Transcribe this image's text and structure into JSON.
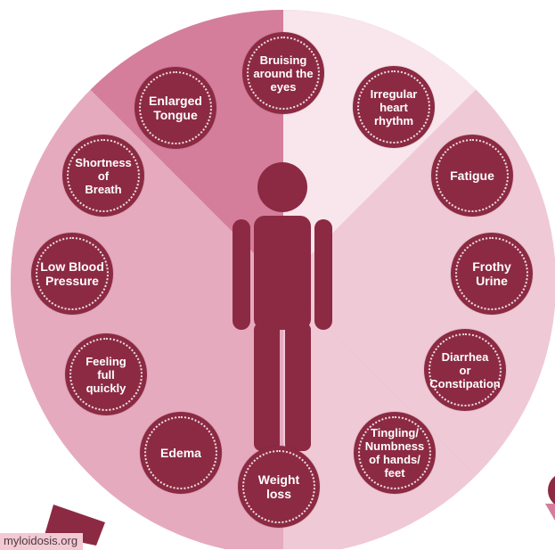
{
  "colors": {
    "node_fill": "#8c2a43",
    "figure_fill": "#8c2a43",
    "ribbon": "#8c2a43",
    "outer_ring": "#df9cb3",
    "wedge_dark": "#d47e9c",
    "wedge_mid": "#e6aabf",
    "wedge_light": "#f0c9d6",
    "wedge_lightest": "#f8e6ec"
  },
  "symptoms": [
    {
      "id": "bruising",
      "label": "Bruising\naround the\neyes"
    },
    {
      "id": "irregular-heart-rhythm",
      "label": "Irregular\nheart\nrhythm"
    },
    {
      "id": "fatigue",
      "label": "Fatigue"
    },
    {
      "id": "frothy-urine",
      "label": "Frothy\nUrine"
    },
    {
      "id": "diarrhea-constipation",
      "label": "Diarrhea\nor\nConstipation"
    },
    {
      "id": "tingling-numbness",
      "label": "Tingling/\nNumbness\nof hands/\nfeet"
    },
    {
      "id": "weight-loss",
      "label": "Weight\nloss"
    },
    {
      "id": "edema",
      "label": "Edema"
    },
    {
      "id": "feeling-full-quickly",
      "label": "Feeling\nfull\nquickly"
    },
    {
      "id": "low-blood-pressure",
      "label": "Low Blood\nPressure"
    },
    {
      "id": "shortness-of-breath",
      "label": "Shortness\nof\nBreath"
    },
    {
      "id": "enlarged-tongue",
      "label": "Enlarged\nTongue"
    }
  ],
  "source": {
    "text": "myloidosis.org"
  },
  "center_figure": {
    "icon": "person-icon"
  }
}
